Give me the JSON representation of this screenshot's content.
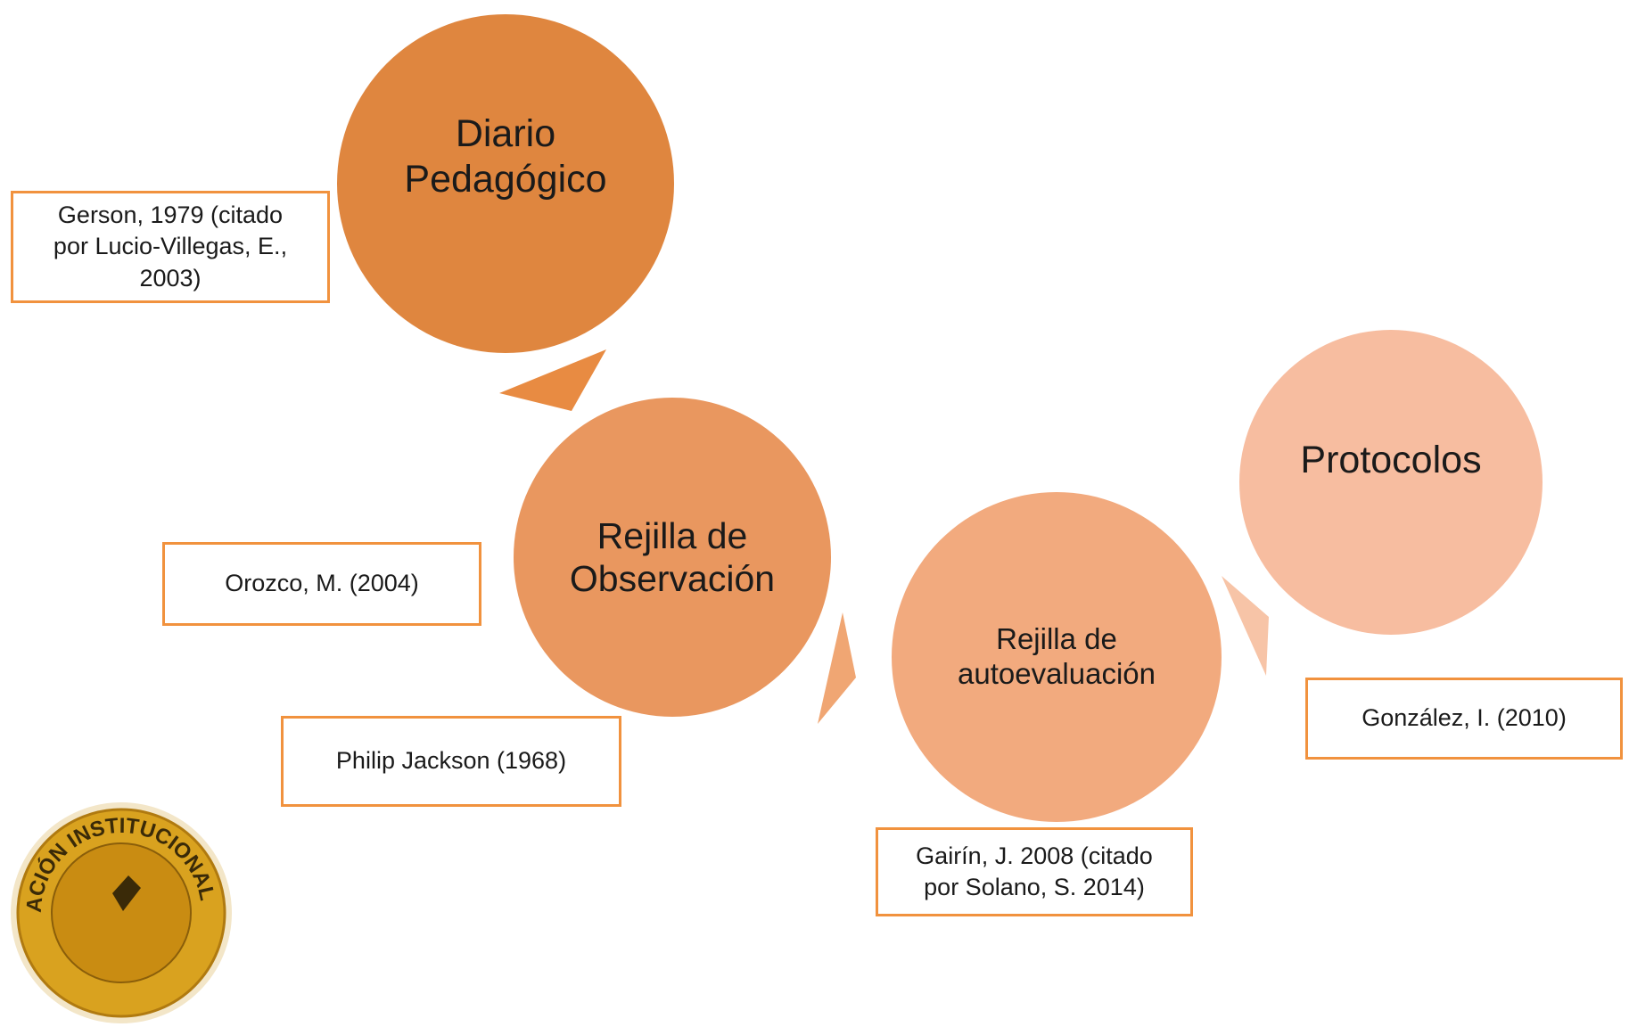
{
  "colors": {
    "circle_1": "#df863f",
    "circle_2": "#e9975f",
    "circle_3": "#f2aa7e",
    "circle_4": "#f7bda0",
    "note_border": "#f1923e",
    "arrow_1": "#e88b42",
    "arrow_2": "#f0a673",
    "arrow_3": "#f7c4a7",
    "seal_gold": "#d9a21f"
  },
  "nodes": [
    {
      "label": "Diario\nPedagógico"
    },
    {
      "label": "Rejilla de\nObservación"
    },
    {
      "label": "Rejilla de\nautoevaluación"
    },
    {
      "label": "Protocolos"
    }
  ],
  "notes": [
    {
      "text": "Gerson, 1979 (citado\npor Lucio-Villegas, E.,\n2003)"
    },
    {
      "text": "Orozco, M. (2004)"
    },
    {
      "text": "Philip Jackson (1968)"
    },
    {
      "text": "Gairín, J. 2008 (citado\npor Solano, S. 2014)"
    },
    {
      "text": "González, I. (2010)"
    }
  ],
  "seal": {
    "text": "ACIÓN INSTITUCIONAL"
  }
}
